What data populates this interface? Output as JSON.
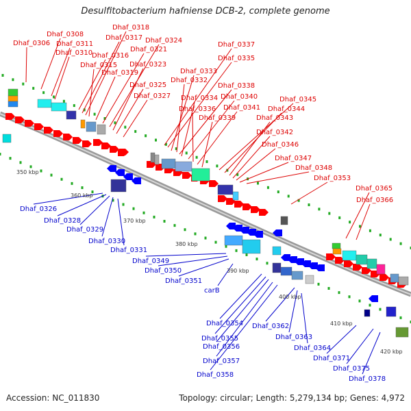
{
  "title": "Desulfitobacterium hafniense DCB-2, complete genome",
  "footer": {
    "accession_label": "Accession:",
    "accession": "NC_011830",
    "topology_label": "Topology:",
    "topology": "circular;",
    "length_label": "Length:",
    "length": "5,279,134 bp;",
    "genes_label": "Genes:",
    "genes": "4,972"
  },
  "colors": {
    "forward_label": "#dd0000",
    "reverse_label": "#0000cc",
    "backbone": "#999999",
    "tick": "#22aa22",
    "forward_arrow": "#ff0000",
    "reverse_arrow": "#0000ff"
  },
  "scale_ticks": [
    "350 kbp",
    "360 kbp",
    "370 kbp",
    "380 kbp",
    "390 kbp",
    "400 kbp",
    "410 kbp",
    "420 kbp"
  ],
  "forward_genes": [
    "Dhaf_0306",
    "Dhaf_0308",
    "Dhaf_0311",
    "Dhaf_0310",
    "Dhaf_0316",
    "Dhaf_0317",
    "Dhaf_0318",
    "Dhaf_0315",
    "Dhaf_0319",
    "Dhaf_0321",
    "Dhaf_0324",
    "Dhaf_0323",
    "Dhaf_0325",
    "Dhaf_0327",
    "Dhaf_0337",
    "Dhaf_0335",
    "Dhaf_0333",
    "Dhaf_0332",
    "Dhaf_0338",
    "Dhaf_0334",
    "Dhaf_0340",
    "Dhaf_0336",
    "Dhaf_0341",
    "Dhaf_0339",
    "Dhaf_0345",
    "Dhaf_0344",
    "Dhaf_0343",
    "Dhaf_0342",
    "Dhaf_0346",
    "Dhaf_0347",
    "Dhaf_0348",
    "Dhaf_0353",
    "Dhaf_0365",
    "Dhaf_0366"
  ],
  "reverse_genes": [
    "Dhaf_0326",
    "Dhaf_0328",
    "Dhaf_0329",
    "Dhaf_0330",
    "Dhaf_0331",
    "Dhaf_0349",
    "Dhaf_0350",
    "Dhaf_0351",
    "carB",
    "Dhaf_0354",
    "Dhaf_0355",
    "Dhaf_0356",
    "Dhaf_0357",
    "Dhaf_0358",
    "Dhaf_0362",
    "Dhaf_0363",
    "Dhaf_0364",
    "Dhaf_0371",
    "Dhaf_0375",
    "Dhaf_0378"
  ]
}
